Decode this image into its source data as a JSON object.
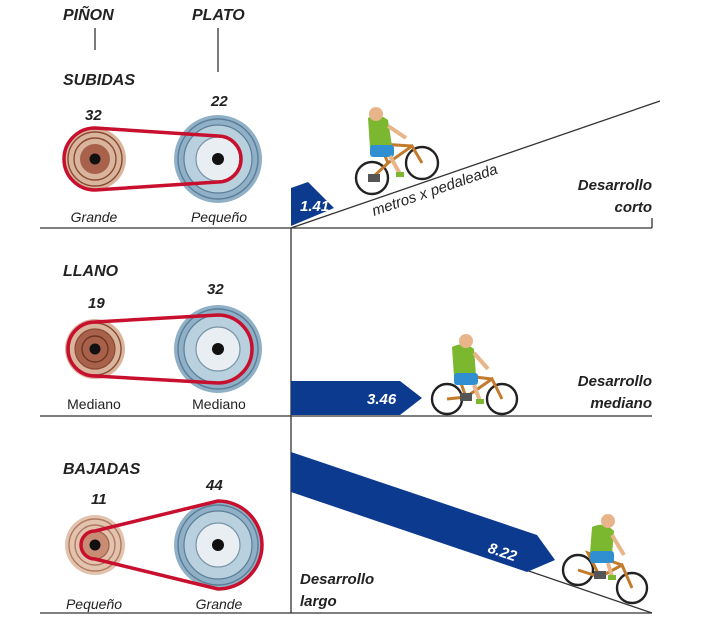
{
  "headers": {
    "pinon": "PIÑON",
    "plato": "PLATO"
  },
  "colors": {
    "chain": "#c8102e",
    "arrow": "#0b3a8f",
    "line": "#333333",
    "jersey": "#7cb82f",
    "shorts": "#2f8fd0",
    "skin": "#e8b58a",
    "frame": "#c47a2c"
  },
  "sections": [
    {
      "title": "SUBIDAS",
      "pinon_teeth": "32",
      "plato_teeth": "22",
      "pinon_label": "Grande",
      "plato_label": "Pequeño",
      "value": "1.41",
      "slope_label": "metros x pedaleada",
      "desarrollo": [
        "Desarrollo",
        "corto"
      ]
    },
    {
      "title": "LLANO",
      "pinon_teeth": "19",
      "plato_teeth": "32",
      "pinon_label": "Mediano",
      "plato_label": "Mediano",
      "value": "3.46",
      "desarrollo": [
        "Desarrollo",
        "mediano"
      ]
    },
    {
      "title": "BAJADAS",
      "pinon_teeth": "11",
      "plato_teeth": "44",
      "pinon_label": "Pequeño",
      "plato_label": "Grande",
      "value": "8.22",
      "desarrollo": [
        "Desarrollo",
        "largo"
      ]
    }
  ]
}
